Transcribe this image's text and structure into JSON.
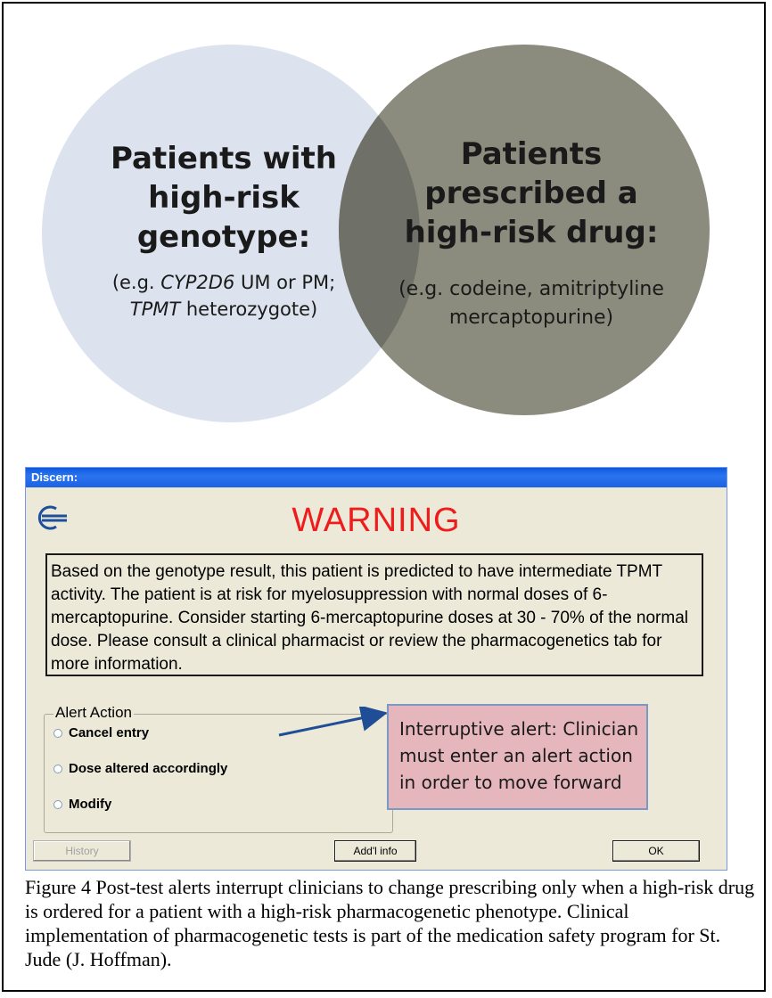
{
  "venn": {
    "left": {
      "heading": "Patients with high-risk genotype:",
      "example_prefix": "(e.g. ",
      "example_gene1": "CYP2D6",
      "example_mid": " UM or PM;",
      "example_gene2": "TPMT",
      "example_suffix": " heterozygote)"
    },
    "right": {
      "heading": "Patients prescribed a high-risk drug:",
      "example": "(e.g. codeine, amitriptyline mercaptopurine)"
    },
    "colors": {
      "left": "#dce3ee",
      "right": "#8c8c7e",
      "overlap": "#75776f"
    }
  },
  "dialog": {
    "title": "Discern:",
    "warning": "WARNING",
    "message": "Based on the genotype result, this patient is predicted to have intermediate TPMT activity.  The patient is at risk for myelosuppression with normal doses of 6-mercaptopurine.  Consider starting 6-mercaptopurine doses at 30 - 70% of the normal dose. Please consult a clinical pharmacist or review the pharmacogenetics tab for more information.",
    "alert_action": {
      "legend": "Alert Action",
      "options": [
        "Cancel entry",
        "Dose altered accordingly",
        "Modify"
      ]
    },
    "callout": "Interruptive alert: Clinician must enter an alert action in order to move forward",
    "buttons": {
      "history": "History",
      "addl_info": "Add'l info",
      "ok": "OK"
    }
  },
  "caption": "Figure 4 Post-test alerts interrupt clinicians to change prescribing only when a high-risk drug is ordered for a patient with a high-risk pharmacogenetic phenotype. Clinical implementation of pharmacogenetic tests is part of the medication safety program for St. Jude (J. Hoffman)."
}
